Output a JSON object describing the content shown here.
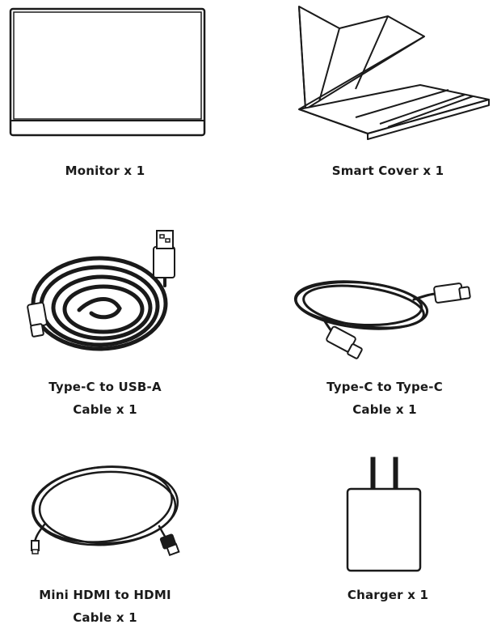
{
  "items": [
    {
      "icon": "monitor-icon",
      "line1": "Monitor x 1",
      "line2": ""
    },
    {
      "icon": "smart-cover-icon",
      "line1": "Smart Cover x 1",
      "line2": ""
    },
    {
      "icon": "usb-c-to-usb-a-cable-icon",
      "line1": "Type-C to USB-A",
      "line2": "Cable x 1"
    },
    {
      "icon": "usb-c-to-usb-c-cable-icon",
      "line1": "Type-C to Type-C",
      "line2": "Cable x 1"
    },
    {
      "icon": "mini-hdmi-to-hdmi-cable-icon",
      "line1": "Mini HDMI to HDMI",
      "line2": "Cable x 1"
    },
    {
      "icon": "charger-icon",
      "line1": "Charger x 1",
      "line2": ""
    }
  ]
}
